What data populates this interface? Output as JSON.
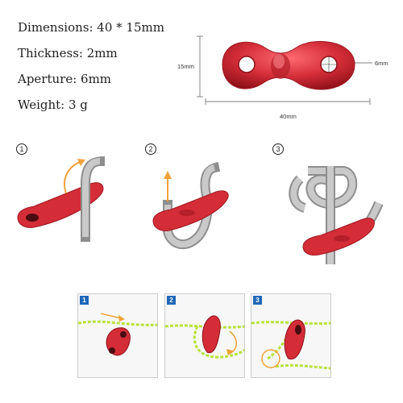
{
  "specs": {
    "dimensions": "Dimensions: 40 * 15mm",
    "thickness": "Thickness: 2mm",
    "aperture": "Aperture: 6mm",
    "weight": "Weight: 3 g"
  },
  "product": {
    "height_label": "15mm",
    "width_label": "40mm",
    "hole_label": "6mm"
  },
  "steps": [
    "1",
    "2",
    "3"
  ],
  "photo_steps": [
    "1",
    "2",
    "3"
  ],
  "colors": {
    "tensioner_red": "#d42d38",
    "rope_gray": "#8e8e8e",
    "cord_yellow_green": "#b9e23a",
    "badge_blue": "#1f67b8",
    "arrow_orange": "#f0a23a"
  }
}
